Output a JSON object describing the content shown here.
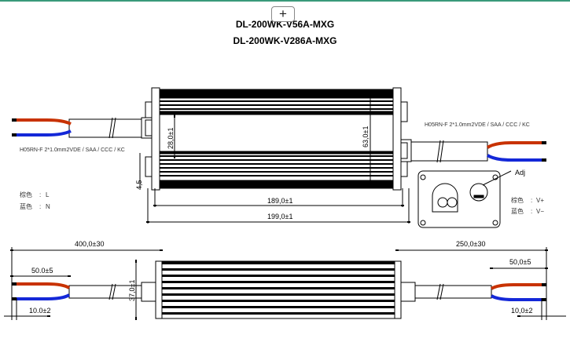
{
  "titles": [
    "DL-200WK-V56A-MXG",
    "DL-200WK-V286A-MXG"
  ],
  "toolbar": {
    "zoom_label": "+"
  },
  "top_view": {
    "dims": {
      "height_inner": "28,0±1",
      "width": "63,0±1",
      "offset": "4,5",
      "length_inner": "189,0±1",
      "length_total": "199,0±1"
    },
    "input_cable_spec": "H05RN-F 2*1.0mm2VDE / SAA / CCC / KC",
    "output_cable_spec": "H05RN-F 2*1.0mm2VDE / SAA / CCC / KC",
    "adj_label": "Adj",
    "input_legend": [
      {
        "color_name": "棕色",
        "sep": ":",
        "value": "L"
      },
      {
        "color_name": "蓝色",
        "sep": ":",
        "value": "N"
      }
    ],
    "output_legend": [
      {
        "color_name": "棕色",
        "sep": ":",
        "value": "V+"
      },
      {
        "color_name": "蓝色",
        "sep": ":",
        "value": "V−"
      }
    ]
  },
  "side_view": {
    "dims": {
      "left_cable": "400,0±30",
      "left_strip": "50.0±5",
      "left_end": "10.0±2",
      "height": "37,0±1",
      "right_cable": "250,0±30",
      "right_strip": "50,0±5",
      "right_end": "10,0±2"
    }
  },
  "colors": {
    "brown_wire": "#c83200",
    "blue_wire": "#1428d8",
    "accent": "#3a9a7a"
  }
}
